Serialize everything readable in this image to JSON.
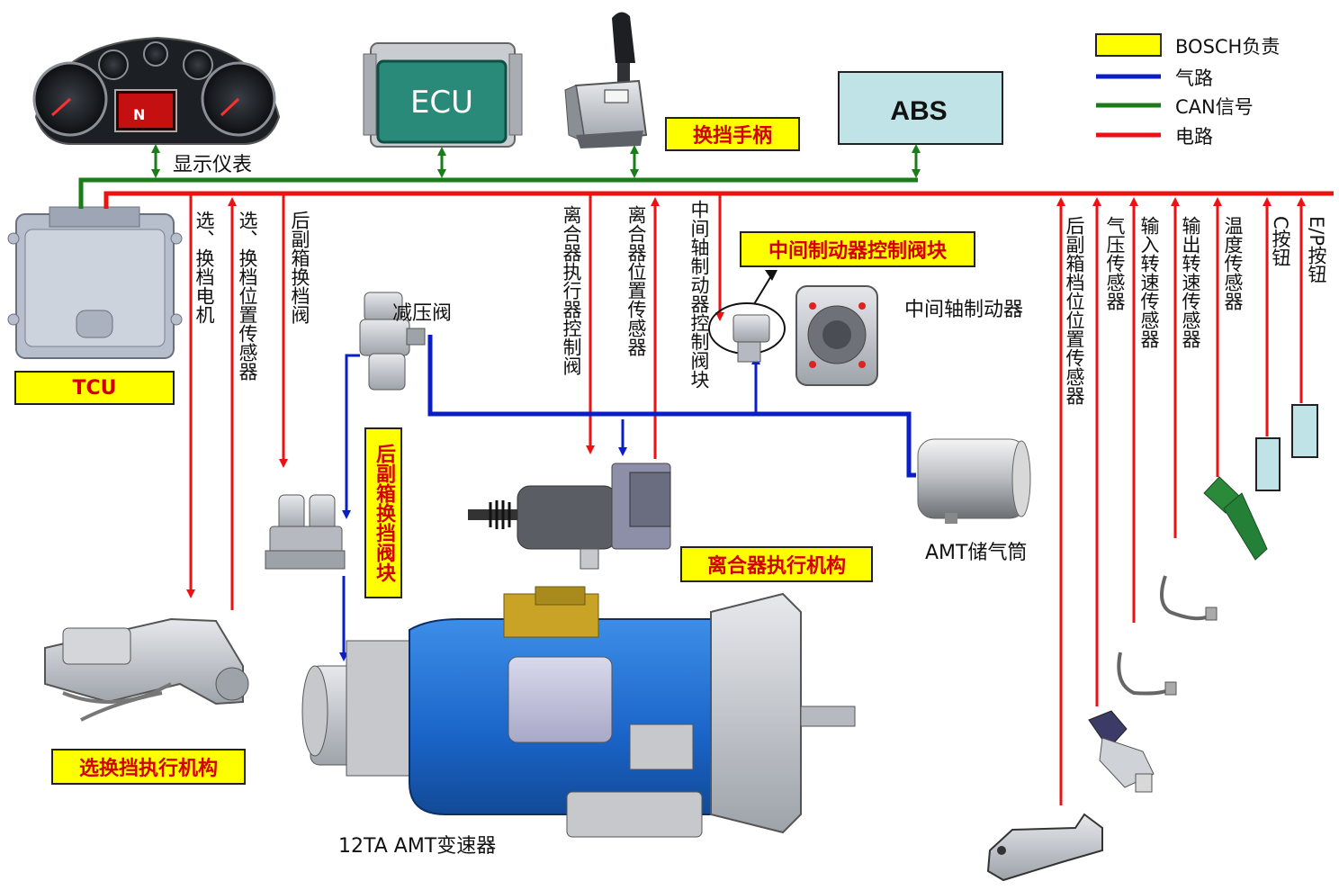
{
  "legend": {
    "items": [
      {
        "label": "BOSCH负责",
        "type": "box",
        "color": "#ffff00"
      },
      {
        "label": "气路",
        "type": "line",
        "color": "#0a1ec8"
      },
      {
        "label": "CAN信号",
        "type": "line",
        "color": "#1a7d1a"
      },
      {
        "label": "电路",
        "type": "line",
        "color": "#ee1111"
      }
    ]
  },
  "colors": {
    "can": "#1a7d1a",
    "air": "#0a1ec8",
    "power": "#ee1111",
    "highlight": "#ffff00",
    "highlight_text": "#d40000",
    "ecu_screen": "#2a8a7a",
    "abs_box": "#bfe3e6"
  },
  "components": {
    "ecu": "ECU",
    "abs": "ABS",
    "tcu": "TCU",
    "dashboard": "显示仪表",
    "shift_lever": "换挡手柄",
    "pressure_valve": "减压阀",
    "intermediate_brake_valve": "中间制动器控制阀块",
    "intermediate_shaft_brake": "中间轴制动器",
    "air_tank": "AMT储气筒",
    "clutch_actuator": "离合器执行机构",
    "rear_box_valve_block": "后副箱换挡阀块",
    "select_shift_actuator": "选换挡执行机构",
    "gearbox": "12TA AMT变速器"
  },
  "signal_labels": {
    "select_motor": "选、换档电机",
    "select_position_sensor": "选、换档位置传感器",
    "rear_box_valve": "后副箱换档阀",
    "clutch_control_valve": "离合器执行器控制阀",
    "clutch_position_sensor": "离合器位置传感器",
    "intermediate_shaft_valve": "中间轴制动器控制阀块",
    "rear_box_position_sensor": "后副箱档位位置传感器",
    "pressure_sensor": "气压传感器",
    "input_speed_sensor": "输入转速传感器",
    "output_speed_sensor": "输出转速传感器",
    "temperature_sensor": "温度传感器",
    "c_button": "C按钮",
    "ep_button": "E/P按钮"
  },
  "dash_display": {
    "gear": "N"
  }
}
